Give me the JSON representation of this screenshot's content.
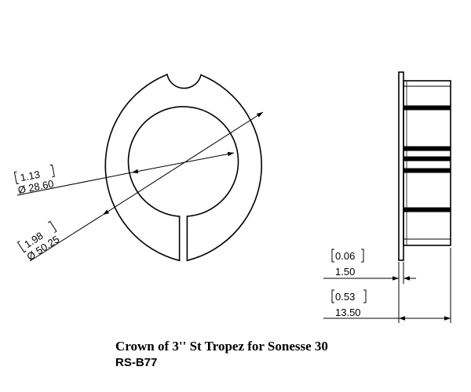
{
  "front_view": {
    "inner_dimension": {
      "inch": "1.13",
      "mm": "Ø 28.60"
    },
    "outer_dimension": {
      "inch": "1.98",
      "mm": "Ø 50.25"
    }
  },
  "side_view": {
    "flange_dimension": {
      "inch": "0.06",
      "mm": "1.50"
    },
    "length_dimension": {
      "inch": "0.53",
      "mm": "13.50"
    }
  },
  "caption": {
    "title": "Crown of 3'' St Tropez for Sonesse 30",
    "code": "RS-B77"
  }
}
